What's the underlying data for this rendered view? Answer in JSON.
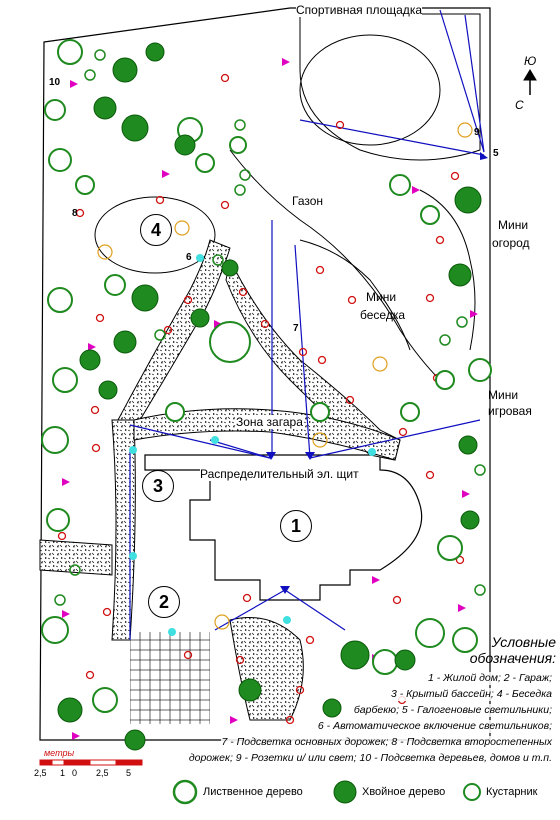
{
  "labels": {
    "sport": "Спортивная площадка",
    "lawn": "Газон",
    "mini_garden_1": "Мини",
    "mini_garden_2": "огород",
    "mini_arbor_1": "Мини",
    "mini_arbor_2": "беседка",
    "mini_play_1": "Мини",
    "mini_play_2": "игровая",
    "sunbathe": "Зона загара",
    "panel": "Распределительный эл. щит"
  },
  "compass": {
    "north": "Ю",
    "south": "С"
  },
  "zones": [
    "1",
    "2",
    "3",
    "4"
  ],
  "markers": {
    "m5": "5",
    "m6": "6",
    "m7": "7",
    "m8": "8",
    "m9": "9",
    "m10": "10"
  },
  "legend": {
    "title_1": "Условные",
    "title_2": "обозначения:",
    "lines": [
      "1 - Жилой дом;  2 - Гараж;",
      "3 - Крытый бассейн; 4 - Беседка",
      "барбекю; 5 - Галогеновые светильники;",
      "6 - Автоматическое включение светильников;",
      "7 - Подсветка основных дорожек; 8 - Подсветка второстепенных",
      "дорожек; 9 - Розетки и/ или свет; 10 - Подсветка деревьев, домов и т.п."
    ]
  },
  "scale": {
    "title": "метры",
    "ticks": [
      "2,5",
      "1",
      "0",
      "2,5",
      "5"
    ]
  },
  "symbols": {
    "deciduous": "Лиственное дерево",
    "conifer": "Хвойное дерево",
    "shrub": "Кустарник"
  },
  "colors": {
    "tree": "#1f8a1f",
    "marker_magenta": "#e000c0",
    "lamp_blue": "#1010c0",
    "sensor_cyan": "#40e0e0",
    "red_marker": "#d01010",
    "socket_orange": "#e0a020"
  }
}
